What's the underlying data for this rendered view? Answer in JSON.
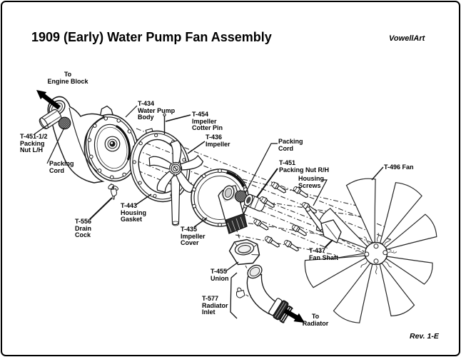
{
  "header": {
    "title": "1909 (Early) Water Pump Fan Assembly",
    "credit": "VowellArt"
  },
  "footer": {
    "revision": "Rev. 1-E"
  },
  "colors": {
    "ink": "#1a1a1a",
    "background": "#ffffff",
    "packing_dark": "#3c3c3c"
  },
  "diagram": {
    "labels": [
      {
        "id": "to-engine-block",
        "lines": [
          "To",
          "Engine Block"
        ]
      },
      {
        "id": "packing-nut-lh",
        "lines": [
          "T-451-1/2",
          "Packing",
          "Nut L/H"
        ]
      },
      {
        "id": "packing-cord-left",
        "lines": [
          "Packing",
          "Cord"
        ]
      },
      {
        "id": "water-pump-body",
        "lines": [
          "T-434",
          "Water Pump",
          "Body"
        ]
      },
      {
        "id": "impeller-cotter-pin",
        "lines": [
          "T-454",
          "Impeller",
          "Cotter Pin"
        ]
      },
      {
        "id": "impeller",
        "lines": [
          "T-436",
          "Impeller"
        ]
      },
      {
        "id": "packing-cord-right",
        "lines": [
          "Packing",
          "Cord"
        ]
      },
      {
        "id": "packing-nut-rh",
        "lines": [
          "T-451",
          "Packing Nut R/H"
        ]
      },
      {
        "id": "housing-screws",
        "lines": [
          "Housing",
          "Screws"
        ]
      },
      {
        "id": "fan",
        "lines": [
          "T-496 Fan"
        ]
      },
      {
        "id": "housing-gasket",
        "lines": [
          "T-443",
          "Housing",
          "Gasket"
        ]
      },
      {
        "id": "drain-cock",
        "lines": [
          "T-556",
          "Drain",
          "Cock"
        ]
      },
      {
        "id": "impeller-cover",
        "lines": [
          "T-435",
          "Impeller",
          "Cover"
        ]
      },
      {
        "id": "fan-shaft",
        "lines": [
          "T-437",
          "Fan Shaft"
        ]
      },
      {
        "id": "union",
        "lines": [
          "T-455",
          "Union"
        ]
      },
      {
        "id": "radiator-inlet",
        "lines": [
          "T-577",
          "Radiator",
          "Inlet"
        ]
      },
      {
        "id": "to-radiator",
        "lines": [
          "To",
          "Radiator"
        ]
      }
    ]
  }
}
